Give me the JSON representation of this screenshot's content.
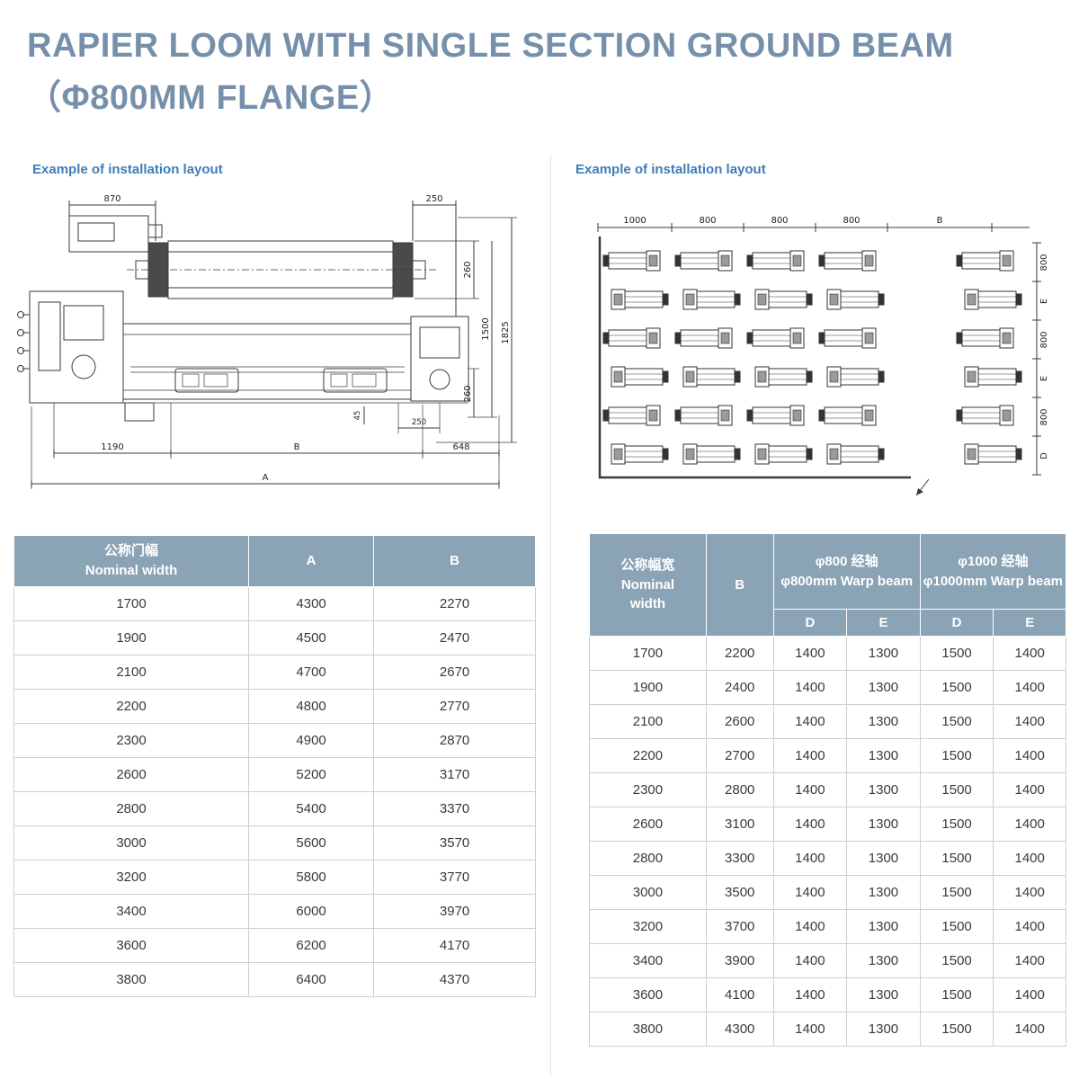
{
  "page": {
    "title_line1": "RAPIER LOOM WITH SINGLE SECTION GROUND BEAM",
    "title_line2": "（Φ800MM FLANGE）"
  },
  "colors": {
    "title_color": "#7690ab",
    "caption_color": "#3f7db8",
    "header_bg": "#8aa3b5",
    "border_color": "#cbd0d5",
    "text_color": "#3a3a3a"
  },
  "left_panel": {
    "caption": "Example of installation layout",
    "drawing_dims": {
      "top_870": "870",
      "top_250": "250",
      "right_260_top": "260",
      "right_1500": "1500",
      "right_1825": "1825",
      "right_260_bottom": "260",
      "mid_45": "45",
      "mid_250": "250",
      "bottom_1190": "1190",
      "bottom_b": "B",
      "bottom_648": "648",
      "bottom_a": "A"
    },
    "table": {
      "col1_cn": "公称门幅",
      "col1_en": "Nominal width",
      "col_a": "A",
      "col_b": "B",
      "rows": [
        [
          "1700",
          "4300",
          "2270"
        ],
        [
          "1900",
          "4500",
          "2470"
        ],
        [
          "2100",
          "4700",
          "2670"
        ],
        [
          "2200",
          "4800",
          "2770"
        ],
        [
          "2300",
          "4900",
          "2870"
        ],
        [
          "2600",
          "5200",
          "3170"
        ],
        [
          "2800",
          "5400",
          "3370"
        ],
        [
          "3000",
          "5600",
          "3570"
        ],
        [
          "3200",
          "5800",
          "3770"
        ],
        [
          "3400",
          "6000",
          "3970"
        ],
        [
          "3600",
          "6200",
          "4170"
        ],
        [
          "3800",
          "6400",
          "4370"
        ]
      ]
    }
  },
  "right_panel": {
    "caption": "Example of installation layout",
    "drawing_dims": {
      "top": [
        "1000",
        "800",
        "800",
        "800",
        "B"
      ],
      "right": [
        "800",
        "E",
        "800",
        "E",
        "800",
        "D"
      ]
    },
    "table": {
      "col1_cn": "公称幅宽",
      "col1_en1": "Nominal",
      "col1_en2": "width",
      "col_b": "B",
      "warp800_cn": "φ800 经轴",
      "warp800_en": "φ800mm Warp beam",
      "warp1000_cn": "φ1000 经轴",
      "warp1000_en": "φ1000mm Warp beam",
      "sub_d1": "D",
      "sub_e1": "E",
      "sub_d2": "D",
      "sub_e2": "E",
      "rows": [
        [
          "1700",
          "2200",
          "1400",
          "1300",
          "1500",
          "1400"
        ],
        [
          "1900",
          "2400",
          "1400",
          "1300",
          "1500",
          "1400"
        ],
        [
          "2100",
          "2600",
          "1400",
          "1300",
          "1500",
          "1400"
        ],
        [
          "2200",
          "2700",
          "1400",
          "1300",
          "1500",
          "1400"
        ],
        [
          "2300",
          "2800",
          "1400",
          "1300",
          "1500",
          "1400"
        ],
        [
          "2600",
          "3100",
          "1400",
          "1300",
          "1500",
          "1400"
        ],
        [
          "2800",
          "3300",
          "1400",
          "1300",
          "1500",
          "1400"
        ],
        [
          "3000",
          "3500",
          "1400",
          "1300",
          "1500",
          "1400"
        ],
        [
          "3200",
          "3700",
          "1400",
          "1300",
          "1500",
          "1400"
        ],
        [
          "3400",
          "3900",
          "1400",
          "1300",
          "1500",
          "1400"
        ],
        [
          "3600",
          "4100",
          "1400",
          "1300",
          "1500",
          "1400"
        ],
        [
          "3800",
          "4300",
          "1400",
          "1300",
          "1500",
          "1400"
        ]
      ]
    }
  }
}
